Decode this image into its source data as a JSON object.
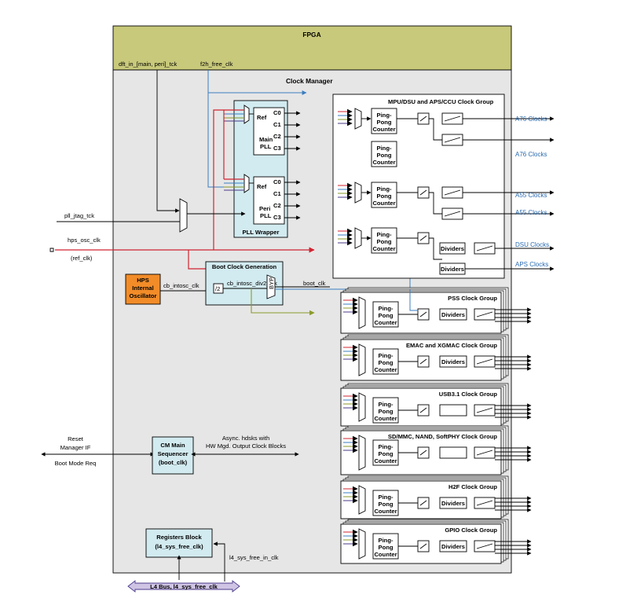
{
  "fpga": {
    "title": "FPGA"
  },
  "top_signals": {
    "dft": "dft_in_[main, peri]_tck",
    "f2h": "f2h_free_clk"
  },
  "clock_manager": {
    "title": "Clock Manager"
  },
  "pll_wrapper": {
    "title": "PLL Wrapper",
    "main": {
      "ref": "Ref",
      "name_line1": "Main",
      "name_line2": "PLL",
      "outputs": [
        "C0",
        "C1",
        "C2",
        "C3"
      ]
    },
    "peri": {
      "ref": "Ref",
      "name_line1": "Peri",
      "name_line2": "PLL",
      "outputs": [
        "C0",
        "C1",
        "C2",
        "C3"
      ]
    }
  },
  "left_signals": {
    "pll_jtag": "pll_jtag_tck",
    "hps_osc": "hps_osc_clk",
    "ref_clk": "(ref_clk)",
    "cb_intosc": "cb_intosc_clk",
    "reset_line1": "Reset",
    "reset_line2": "Manager IF",
    "boot_mode": "Boot Mode Req"
  },
  "oscillator": {
    "line1": "HPS",
    "line2": "Internal",
    "line3": "Oscillator"
  },
  "boot_clock": {
    "title": "Boot Clock Generation",
    "div2_signal": "cb_intosc_div2_clk",
    "div": "/2",
    "byp": "BYP",
    "out": "boot_clk"
  },
  "mpu_group": {
    "title": "MPU/DSU and APS/CCU Clock Group",
    "ping_line1": "Ping-",
    "ping_line2": "Pong",
    "ping_line3": "Counter",
    "dividers": "Dividers",
    "outputs": [
      "A76 Clocks",
      "A76 Clocks",
      "A55 Clocks",
      "A55 Clocks",
      "DSU Clocks",
      "APS Clocks"
    ]
  },
  "groups": [
    {
      "title": "PSS Clock Group",
      "dividers": "Dividers"
    },
    {
      "title": "EMAC and XGMAC Clock Group",
      "dividers": "Dividers"
    },
    {
      "title": "USB3.1 Clock Group",
      "dividers": ""
    },
    {
      "title": "SD/MMC, NAND, SoftPHY Clock Group",
      "dividers": ""
    },
    {
      "title": "H2F Clock Group",
      "dividers": "Dividers"
    },
    {
      "title": "GPIO Clock Group",
      "dividers": "Dividers"
    }
  ],
  "ping_pong": {
    "line1": "Ping-",
    "line2": "Pong",
    "line3": "Counter"
  },
  "cm_main": {
    "line1": "CM Main",
    "line2": "Sequencer",
    "line3": "(boot_clk)"
  },
  "async_label": {
    "line1": "Async. hdsks with",
    "line2": "HW Mgd. Output Clock Blocks"
  },
  "registers": {
    "line1": "Registers Block",
    "line2": "(l4_sys_free_clk)",
    "in_signal": "l4_sys_free_in_clk"
  },
  "bus": {
    "label": "L4 Bus, l4_sys_free_clk"
  },
  "colors": {
    "fpga": "#c8c97a",
    "cm_bg": "#e6e6e6",
    "cyan": "#d2ebf0",
    "orange": "#f28c28",
    "red": "#d02430",
    "blue": "#3a7ec0",
    "green": "#8b9a2a",
    "purple": "#4b3a8a",
    "clock_text": "#2a6bb0"
  }
}
